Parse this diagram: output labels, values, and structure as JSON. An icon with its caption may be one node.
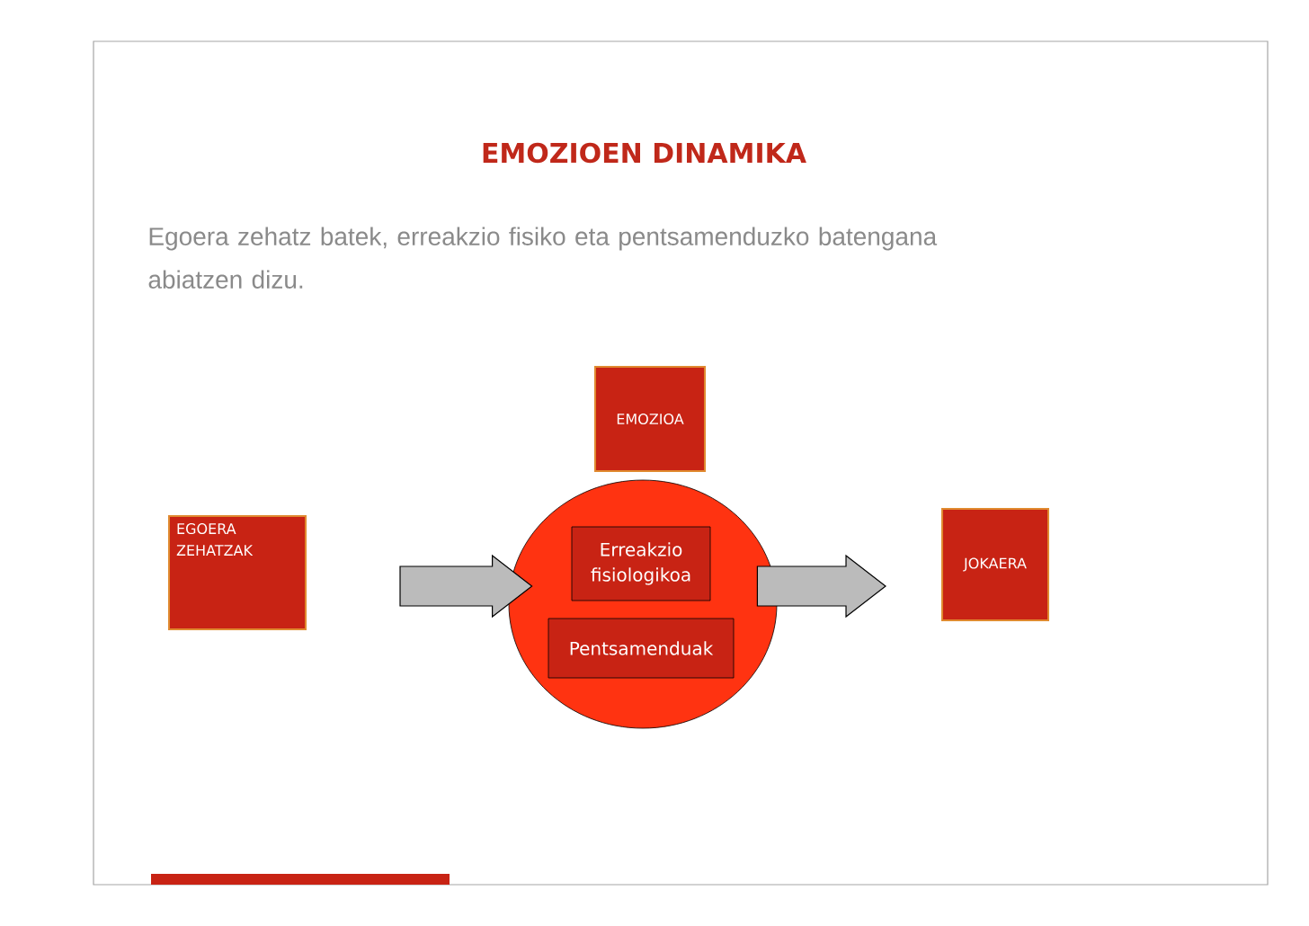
{
  "diagram": {
    "title": "EMOZIOEN DINAMIKA",
    "nodes": [
      {
        "text": [
          "EGOERA ZEHATZAK"
        ]
      },
      {
        "text": [
          "EMOZIOA"
        ]
      },
      {
        "text": [],
        "shape": "circle"
      },
      {
        "text": [
          "Erreakzio fisiologikoa"
        ],
        "in": 2
      },
      {
        "text": [
          "Pentsamenduak"
        ],
        "in": 2
      },
      {
        "text": [
          "JOKAERA"
        ]
      }
    ],
    "edges": [
      {
        "from": 0,
        "to": 2,
        "arrow": "to"
      },
      {
        "from": 2,
        "to": 5,
        "arrow": "to"
      }
    ],
    "labels": [
      "Egoera zehatz batek, erreakzio fisiko eta pentsamenduzko batengana abiatzen dizu."
    ]
  }
}
